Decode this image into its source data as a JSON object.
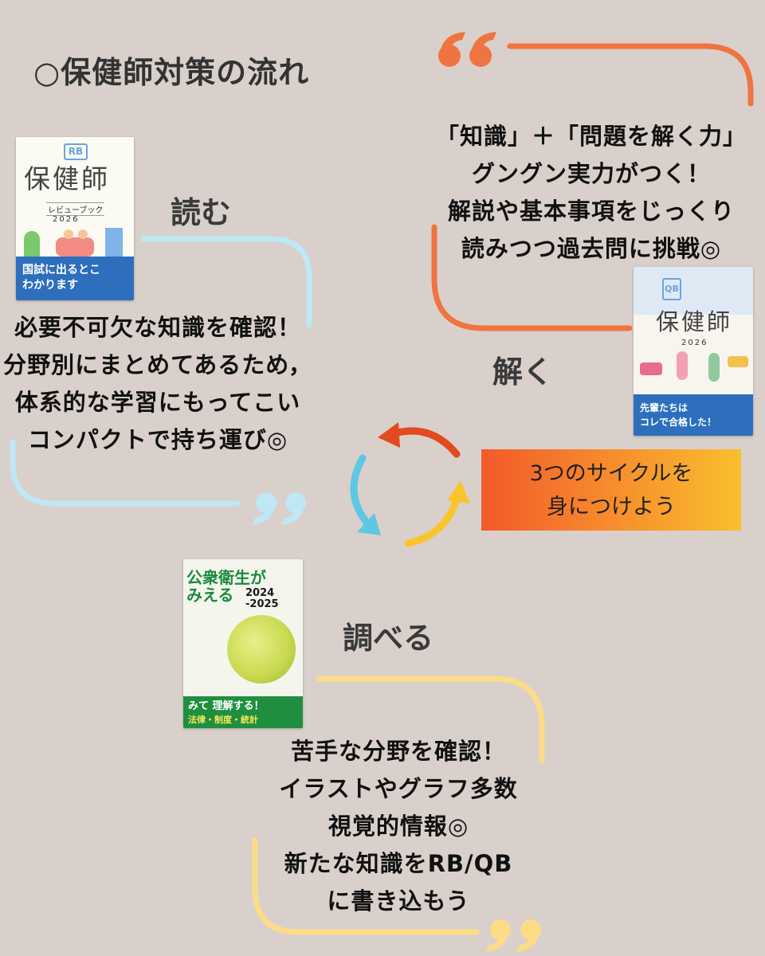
{
  "title": "○保健師対策の流れ",
  "sections": {
    "read": {
      "heading": "読む",
      "lines": [
        "必要不可欠な知識を確認！",
        "分野別にまとめてあるため，",
        "体系的な学習にもってこい",
        "コンパクトで持ち運び◎"
      ]
    },
    "solve": {
      "heading": "解く",
      "lines": [
        "「知識」＋「問題を解く力」",
        "グングン実力がつく！",
        "解説や基本事項をじっくり",
        "読みつつ過去問に挑戦◎"
      ]
    },
    "research": {
      "heading": "調べる",
      "lines": [
        "苦手な分野を確認！",
        "イラストやグラフ多数",
        "視覚的情報◎",
        "新たな知識をRB/QB",
        "に書き込もう"
      ]
    }
  },
  "cycle_box": {
    "line1": "3つのサイクルを",
    "line2": "身につけよう"
  },
  "books": {
    "rb": {
      "logo": "RB",
      "title": "保健師",
      "subtitle": "レビューブック",
      "year": "2026",
      "band": [
        "国試に出るとこ",
        "わかります"
      ]
    },
    "qb": {
      "logo": "QB",
      "title": "保健師",
      "year": "2026",
      "band": [
        "先輩たちは",
        "コレで合格した！"
      ]
    },
    "mieru": {
      "title1": "公衆衛生が",
      "title2": "みえる",
      "years": "2024",
      "years2": "-2025",
      "band1": "みて 理解する！",
      "band2": "法律・制度・統計"
    }
  },
  "colors": {
    "background": "#d9d0cb",
    "orange": "#f0743f",
    "blue": "#bfe7f6",
    "yellow": "#fddc87"
  }
}
